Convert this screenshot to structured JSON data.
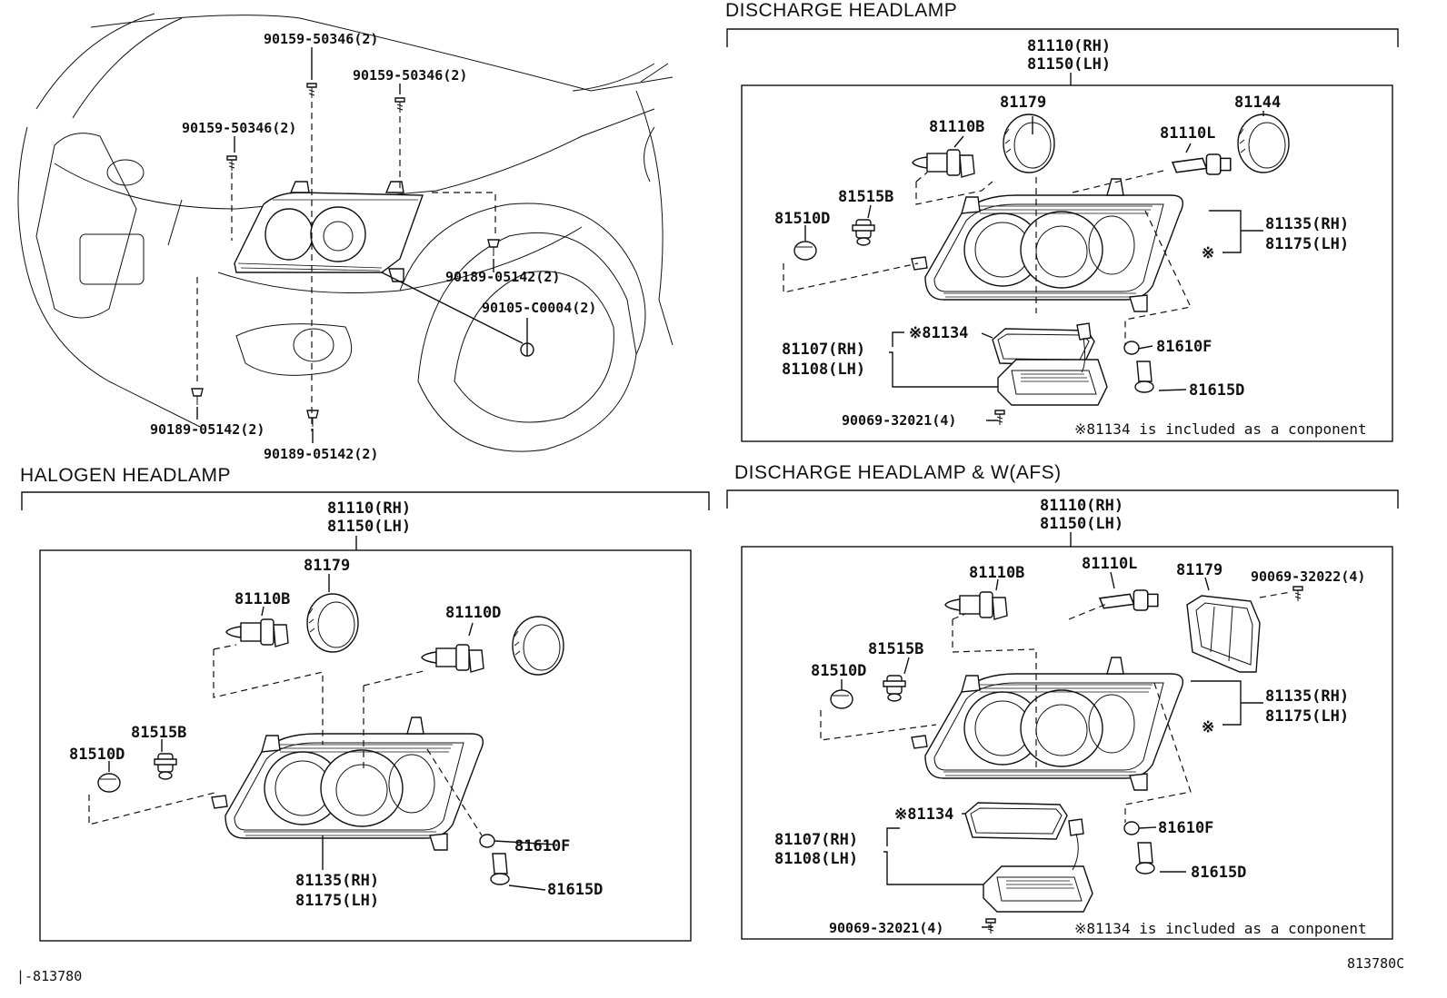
{
  "sections": {
    "discharge_title": "DISCHARGE HEADLAMP",
    "halogen_title": "HALOGEN HEADLAMP",
    "afs_title": "DISCHARGE HEADLAMP & W(AFS)"
  },
  "overview_labels": {
    "bolt_top1": "90159-50346(2)",
    "bolt_top2": "90159-50346(2)",
    "bolt_left": "90159-50346(2)",
    "clip_right": "90189-05142(2)",
    "screw": "90105-C0004(2)",
    "clip_bottom_left": "90189-05142(2)",
    "clip_bottom_mid": "90189-05142(2)"
  },
  "discharge_labels": {
    "assy_rh": "81110(RH)",
    "assy_lh": "81150(LH)",
    "cap": "81179",
    "cover": "81144",
    "bulb_b": "81110B",
    "bulb_l": "81110L",
    "socket": "81515B",
    "bulb_d": "81510D",
    "unit_rh": "81135(RH)",
    "unit_lh": "81175(LH)",
    "star": "※",
    "gasket": "※81134",
    "ballast_rh": "81107(RH)",
    "ballast_lh": "81108(LH)",
    "bulb_f": "81610F",
    "socket_d": "81615D",
    "screw": "90069-32021(4)",
    "note": "※81134 is included as a conponent"
  },
  "halogen_labels": {
    "assy_rh": "81110(RH)",
    "assy_lh": "81150(LH)",
    "cap": "81179",
    "bulb_b": "81110B",
    "bulb_d2": "81110D",
    "socket": "81515B",
    "bulb_d": "81510D",
    "bulb_f": "81610F",
    "socket_d": "81615D",
    "unit_rh": "81135(RH)",
    "unit_lh": "81175(LH)"
  },
  "afs_labels": {
    "assy_rh": "81110(RH)",
    "assy_lh": "81150(LH)",
    "bulb_b": "81110B",
    "bulb_l": "81110L",
    "cap": "81179",
    "screw_top": "90069-32022(4)",
    "socket": "81515B",
    "bulb_d": "81510D",
    "unit_rh": "81135(RH)",
    "unit_lh": "81175(LH)",
    "star": "※",
    "gasket": "※81134",
    "ballast_rh": "81107(RH)",
    "ballast_lh": "81108(LH)",
    "bulb_f": "81610F",
    "socket_d": "81615D",
    "screw": "90069-32021(4)",
    "note": "※81134 is included as a conponent"
  },
  "footer": {
    "left_code": "|-813780",
    "right_code": "813780C"
  }
}
